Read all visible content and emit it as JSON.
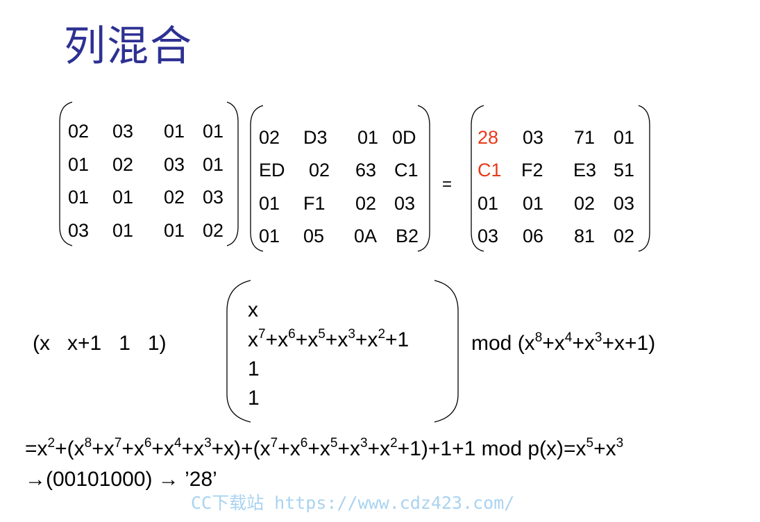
{
  "title": "列混合",
  "matrix_a": [
    [
      "02",
      "03",
      "01",
      "01"
    ],
    [
      "01",
      "02",
      "03",
      "01"
    ],
    [
      "01",
      "01",
      "02",
      "03"
    ],
    [
      "03",
      "01",
      "01",
      "02"
    ]
  ],
  "matrix_b": [
    [
      "02",
      "D3",
      "01",
      "0D"
    ],
    [
      "ED",
      "02",
      "63",
      "C1"
    ],
    [
      "01",
      "F1",
      "02",
      "03"
    ],
    [
      "01",
      "05",
      "0A",
      "B2"
    ]
  ],
  "equals": "=",
  "matrix_c": [
    [
      "28",
      "03",
      "71",
      "01"
    ],
    [
      "C1",
      "F2",
      "E3",
      "51"
    ],
    [
      "01",
      "01",
      "02",
      "03"
    ],
    [
      "03",
      "06",
      "81",
      "02"
    ]
  ],
  "highlight_color": "#e8391a",
  "title_color": "#2e3192",
  "row_vector": "(x   x+1   1   1)",
  "col_vector": {
    "r1": "x",
    "r2": {
      "a": "x",
      "e1": "7",
      "b": "+x",
      "e2": "6",
      "c": "+x",
      "e3": "5",
      "d": "+x",
      "e4": "3",
      "f": "+x",
      "e5": "2",
      "g": "+1"
    },
    "r3": "1",
    "r4": "1"
  },
  "mod_expr": {
    "a": "mod (x",
    "e1": "8",
    "b": "+x",
    "e2": "4",
    "c": "+x",
    "e3": "3",
    "d": "+x+1)"
  },
  "result_line": {
    "p1": "=x",
    "e1": "2",
    "p2": "+(x",
    "e2": "8",
    "p3": "+x",
    "e3": "7",
    "p4": "+x",
    "e4": "6",
    "p5": "+x",
    "e5": "4",
    "p6": "+x",
    "e6": "3",
    "p7": "+x)+(x",
    "e7": "7",
    "p8": "+x",
    "e8": "6",
    "p9": "+x",
    "e9": "5",
    "p10": "+x",
    "e10": "3",
    "p11": "+x",
    "e11": "2",
    "p12": "+1)+1+1 mod p(x)=x",
    "e12": "5",
    "p13": "+x",
    "e13": "3"
  },
  "final_line": "→(00101000) → ’28’",
  "watermark": "CC下载站 https://www.cdz423.com/"
}
